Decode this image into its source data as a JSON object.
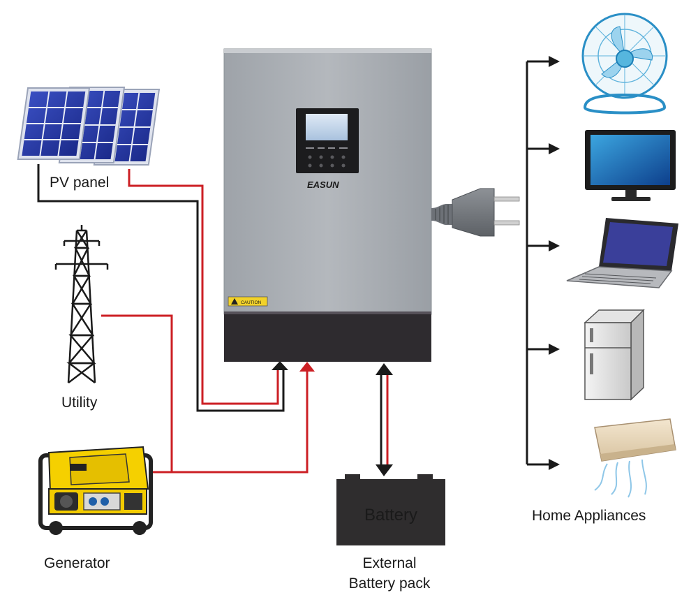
{
  "labels": {
    "pv_panel": "PV panel",
    "utility": "Utility",
    "generator": "Generator",
    "battery": "Battery",
    "external_battery_line1": "External",
    "external_battery_line2": "Battery pack",
    "home_appliances": "Home Appliances"
  },
  "inverter": {
    "brand": "EASUN",
    "caution": "CAUTION"
  },
  "colors": {
    "red_wire": "#cc1f24",
    "black_wire": "#1a1a1a",
    "inverter_body": "#a9adb3",
    "inverter_base": "#2e2b2f",
    "battery_body": "#2f2d2e",
    "brand_blue": "#1f5fa8"
  },
  "icons": [
    "solar-panel-icon",
    "transmission-tower-icon",
    "generator-icon",
    "inverter-icon",
    "power-plug-icon",
    "battery-icon",
    "fan-icon",
    "tv-icon",
    "laptop-icon",
    "fridge-icon",
    "air-conditioner-icon"
  ]
}
